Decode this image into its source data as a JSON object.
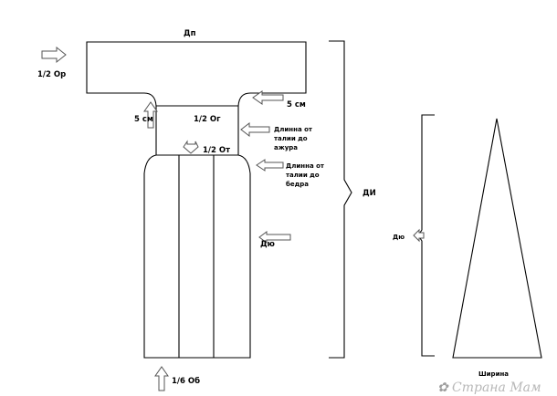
{
  "labels": {
    "top_width": "Дп",
    "half_chest": "1/2 Ор",
    "five_cm_right": "5 см",
    "five_cm_left": "5 см",
    "half_waist": "1/2 Ог",
    "half_waist_cut": "1/2 От",
    "length_to_openwork": [
      "Длинна от",
      "талии до",
      "ажура"
    ],
    "length_to_hip": [
      "Длинна от",
      "талии до",
      "бедра"
    ],
    "product_length": "Дю",
    "total_length": "ДИ",
    "gusset_length": "Дю",
    "gusset_width": "Ширина",
    "hip_sixth": "1/6 Об"
  },
  "watermark": {
    "text": "Страна Мам",
    "glyph": "✿"
  },
  "icons": {
    "arrow": "outline-arrow-icon"
  }
}
